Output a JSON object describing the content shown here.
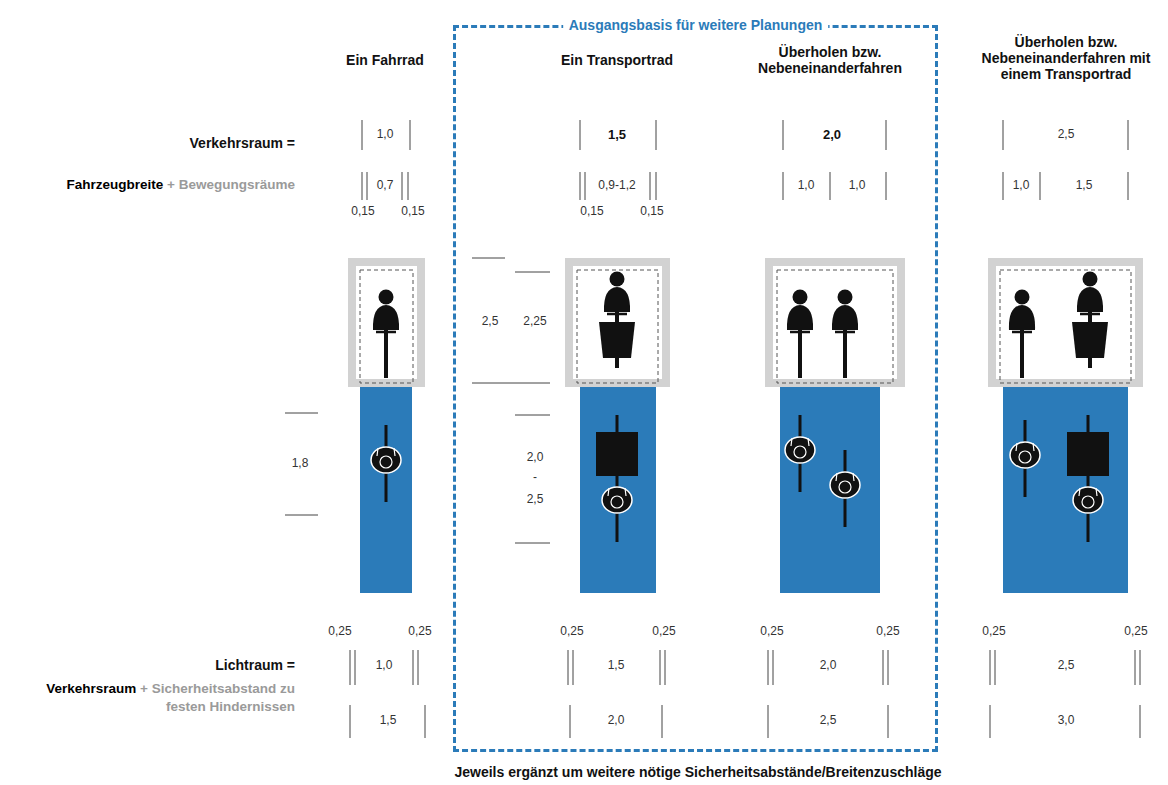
{
  "diagram": {
    "caption": "Jeweils ergänzt um weitere nötige Sicherheitsabstände/Breitenzuschläge",
    "nodes": [
      {
        "text": [
          "Ausgangsbasis für weitere Planungen"
        ]
      }
    ],
    "labels": [
      "Ein Fahrrad",
      "Ein Transportrad",
      "Überholen bzw. Nebeneinanderfahren",
      "Überholen bzw. Nebeneinanderfahren mit einem Transportrad",
      "Verkehrsraum =",
      "Fahrzeugbreite",
      "+ Bewegungsräume",
      "1,0",
      "0,7",
      "0,15",
      "0,15",
      "1,5",
      "0,9-1,2",
      "0,15",
      "0,15",
      "2,0",
      "1,0",
      "1,0",
      "2,5",
      "1,0",
      "1,5",
      "1,8",
      "2,5",
      "2,25",
      "2,0",
      "-",
      "2,5",
      "0,25",
      "0,25",
      "1,0",
      "1,5",
      "0,25",
      "0,25",
      "1,5",
      "2,0",
      "0,25",
      "0,25",
      "2,0",
      "2,5",
      "0,25",
      "0,25",
      "2,5",
      "3,0",
      "Lichtraum =",
      "Verkehrsraum",
      "+ Sicherheitsabstand zu festen Hindernissen"
    ]
  }
}
